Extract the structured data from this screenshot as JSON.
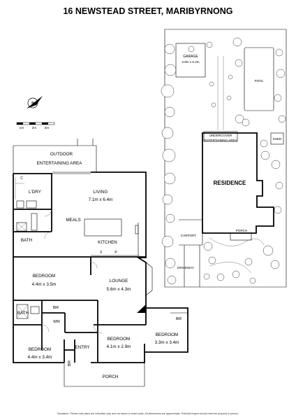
{
  "title": "16 NEWSTEAD STREET, MARIBYRNONG",
  "compass": "N",
  "scale": {
    "labels": [
      "1m",
      "2m",
      "3m"
    ]
  },
  "rooms": {
    "outdoor": "OUTDOOR",
    "entertaining": "ENTERTAINING AREA",
    "living": "LIVING",
    "living_dim": "7.1m x 6.4m",
    "ldry": "L'DRY",
    "meals": "MEALS",
    "kitchen": "KITCHEN",
    "bath1": "BATH",
    "bedroom1": "BEDROOM",
    "bedroom1_dim": "4.4m x 3.5m",
    "lounge": "LOUNGE",
    "lounge_dim": "5.6m x 4.3m",
    "bir1": "BIR",
    "bath2": "BATH",
    "wir": "WIR",
    "bedroom2": "BEDROOM",
    "bedroom2_dim": "4.1m x 2.9m",
    "bedroom3": "BEDROOM",
    "bedroom3_dim": "3.3m x 3.4m",
    "bir2": "BIR",
    "bedroom4": "BEDROOM",
    "bedroom4_dim": "4.4m x 3.4m",
    "entry": "ENTRY",
    "bir3": "BIR",
    "porch": "PORCH",
    "letter_c": "C",
    "letter_f1": "F",
    "letter_f2": "P"
  },
  "site": {
    "garage": "GARAGE",
    "garage_dim": "3.8m x 6.2m",
    "pool": "POOL",
    "undercover1": "UNDERCOVER",
    "undercover2": "ENTERTAINING AREA",
    "shed": "SHED",
    "residence": "RESIDENCE",
    "porch": "PORCH",
    "carport": "CARPORT",
    "driveway": "DRIVEWAY"
  },
  "disclaimer": "Disclaimer: Please note plans are indicative only and not drawn to exact scale. All dimensions are approximate. Potential buyers should view the property in person."
}
